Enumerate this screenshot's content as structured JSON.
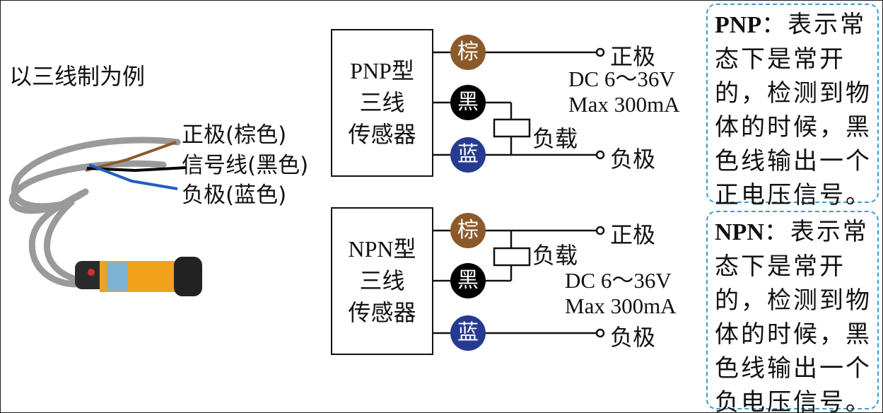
{
  "title": "以三线制为例",
  "wires": {
    "positive": "正极(棕色)",
    "signal": "信号线(黑色)",
    "negative": "负极(蓝色)"
  },
  "colors": {
    "brown": "#8b5a2b",
    "black": "#000000",
    "blue": "#263a8f",
    "note_border": "#3a9bd5",
    "sensor_body": "#f0a21a"
  },
  "pnp": {
    "box_lines": [
      "PNP型",
      "三线",
      "传感器"
    ],
    "circles": [
      "棕",
      "黑",
      "蓝"
    ],
    "positive_terminal": "正极",
    "negative_terminal": "负极",
    "load": "负载",
    "voltage": "DC 6～36V",
    "current": "Max 300mA",
    "note_lead": "PNP",
    "note_text": "：表示常态下是常开的，检测到物体的时候，黑色线输出一个正电压信号。"
  },
  "npn": {
    "box_lines": [
      "NPN型",
      "三线",
      "传感器"
    ],
    "circles": [
      "棕",
      "黑",
      "蓝"
    ],
    "positive_terminal": "正极",
    "negative_terminal": "负极",
    "load": "负载",
    "voltage": "DC 6～36V",
    "current": "Max 300mA",
    "note_lead": "NPN",
    "note_text": "：表示常态下是常开的，检测到物体的时候，黑色线输出一个负电压信号。"
  }
}
